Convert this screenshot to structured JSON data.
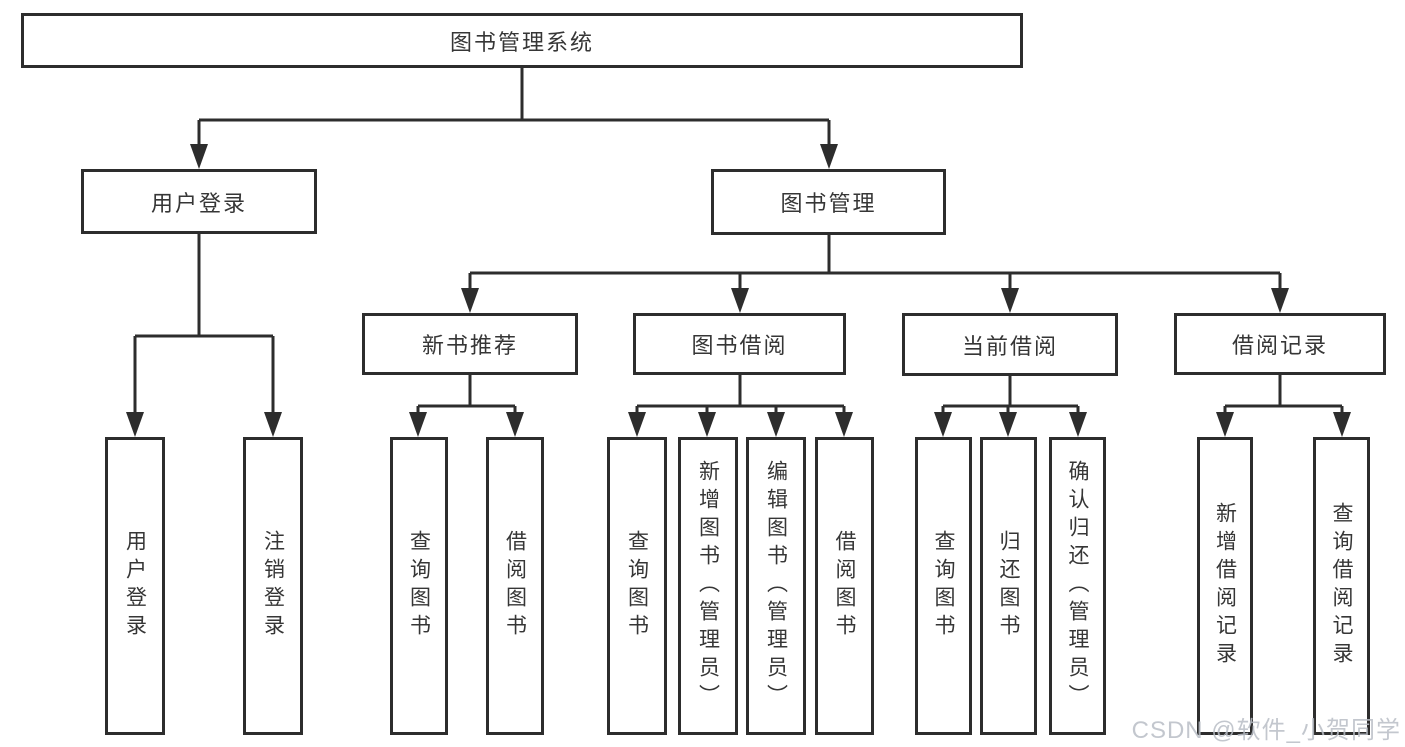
{
  "diagram": {
    "title": "图书管理系统",
    "nodes": {
      "root": "图书管理系统",
      "user_login": "用户登录",
      "book_mgmt": "图书管理",
      "new_book_rec": "新书推荐",
      "book_borrow": "图书借阅",
      "current_borrow": "当前借阅",
      "borrow_record": "借阅记录",
      "leaf_user_login": "用户登录",
      "leaf_logout": "注销登录",
      "leaf_nr_query": "查询图书",
      "leaf_nr_borrow": "借阅图书",
      "leaf_bb_query": "查询图书",
      "leaf_bb_add": "新增图书（管理员）",
      "leaf_bb_edit": "编辑图书（管理员）",
      "leaf_bb_borrow": "借阅图书",
      "leaf_cb_query": "查询图书",
      "leaf_cb_return": "归还图书",
      "leaf_cb_confirm": "确认归还（管理员）",
      "leaf_br_add": "新增借阅记录",
      "leaf_br_query": "查询借阅记录"
    },
    "colors": {
      "line": "#2d2d2d",
      "box_background": "#ffffff",
      "text": "#363636",
      "watermark": "#b9bec6"
    }
  },
  "watermark": {
    "text": "CSDN @软件_小贺同学"
  }
}
